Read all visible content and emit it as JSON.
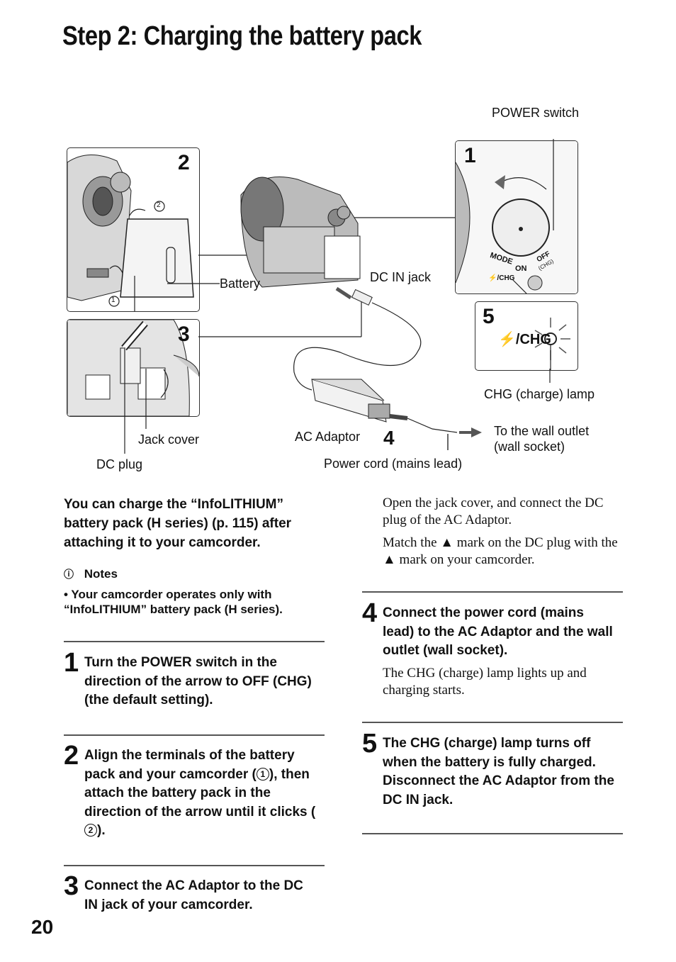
{
  "page": {
    "title": "Step 2: Charging the battery pack",
    "page_number": "20"
  },
  "diagram": {
    "labels": {
      "power_switch": "POWER switch",
      "battery": "Battery",
      "dc_in_jack": "DC IN jack",
      "chg_lamp": "CHG (charge) lamp",
      "to_wall_outlet_1": "To the wall outlet",
      "to_wall_outlet_2": "(wall socket)",
      "jack_cover": "Jack cover",
      "ac_adaptor": "AC Adaptor",
      "dc_plug": "DC plug",
      "power_cord": "Power cord (mains lead)"
    },
    "panel_numbers": {
      "p1": "1",
      "p2": "2",
      "p3": "3",
      "p4": "4",
      "p5": "5"
    },
    "markings": {
      "circle1": "1",
      "circle2": "2",
      "mode": "MODE",
      "on": "ON",
      "off": "OFF",
      "chg_small": "(CHG)",
      "chg_switch": "/CHG",
      "chg_lamp_label": "/CHG"
    }
  },
  "left_column": {
    "intro": "You can charge the “InfoLITHIUM” battery pack (H series) (p. 115) after attaching it to your camcorder.",
    "notes_icon": "notes-icon",
    "notes_heading": "Notes",
    "notes_item": "• Your camcorder operates only with “InfoLITHIUM” battery pack (H series).",
    "steps": [
      {
        "num": "1",
        "text": "Turn the POWER switch in the direction of the arrow to OFF (CHG) (the default setting)."
      },
      {
        "num": "2",
        "text_a": "Align the terminals of the battery pack and your camcorder (",
        "circle_a": "1",
        "text_b": "), then attach the battery pack in the direction of the arrow until it clicks (",
        "circle_b": "2",
        "text_c": ")."
      },
      {
        "num": "3",
        "text": "Connect the AC Adaptor to the DC IN jack of your camcorder."
      }
    ]
  },
  "right_column": {
    "para1": "Open the jack cover, and connect the DC plug of the AC Adaptor.",
    "para2": "Match the ▲ mark on the DC plug with the ▲ mark on your camcorder.",
    "steps": [
      {
        "num": "4",
        "text": "Connect the power cord (mains lead) to the AC Adaptor and the wall outlet (wall socket).",
        "desc": "The CHG (charge) lamp lights up and charging starts."
      },
      {
        "num": "5",
        "text": "The CHG (charge) lamp turns off when the battery is fully charged. Disconnect the AC Adaptor from the DC IN jack."
      }
    ]
  }
}
